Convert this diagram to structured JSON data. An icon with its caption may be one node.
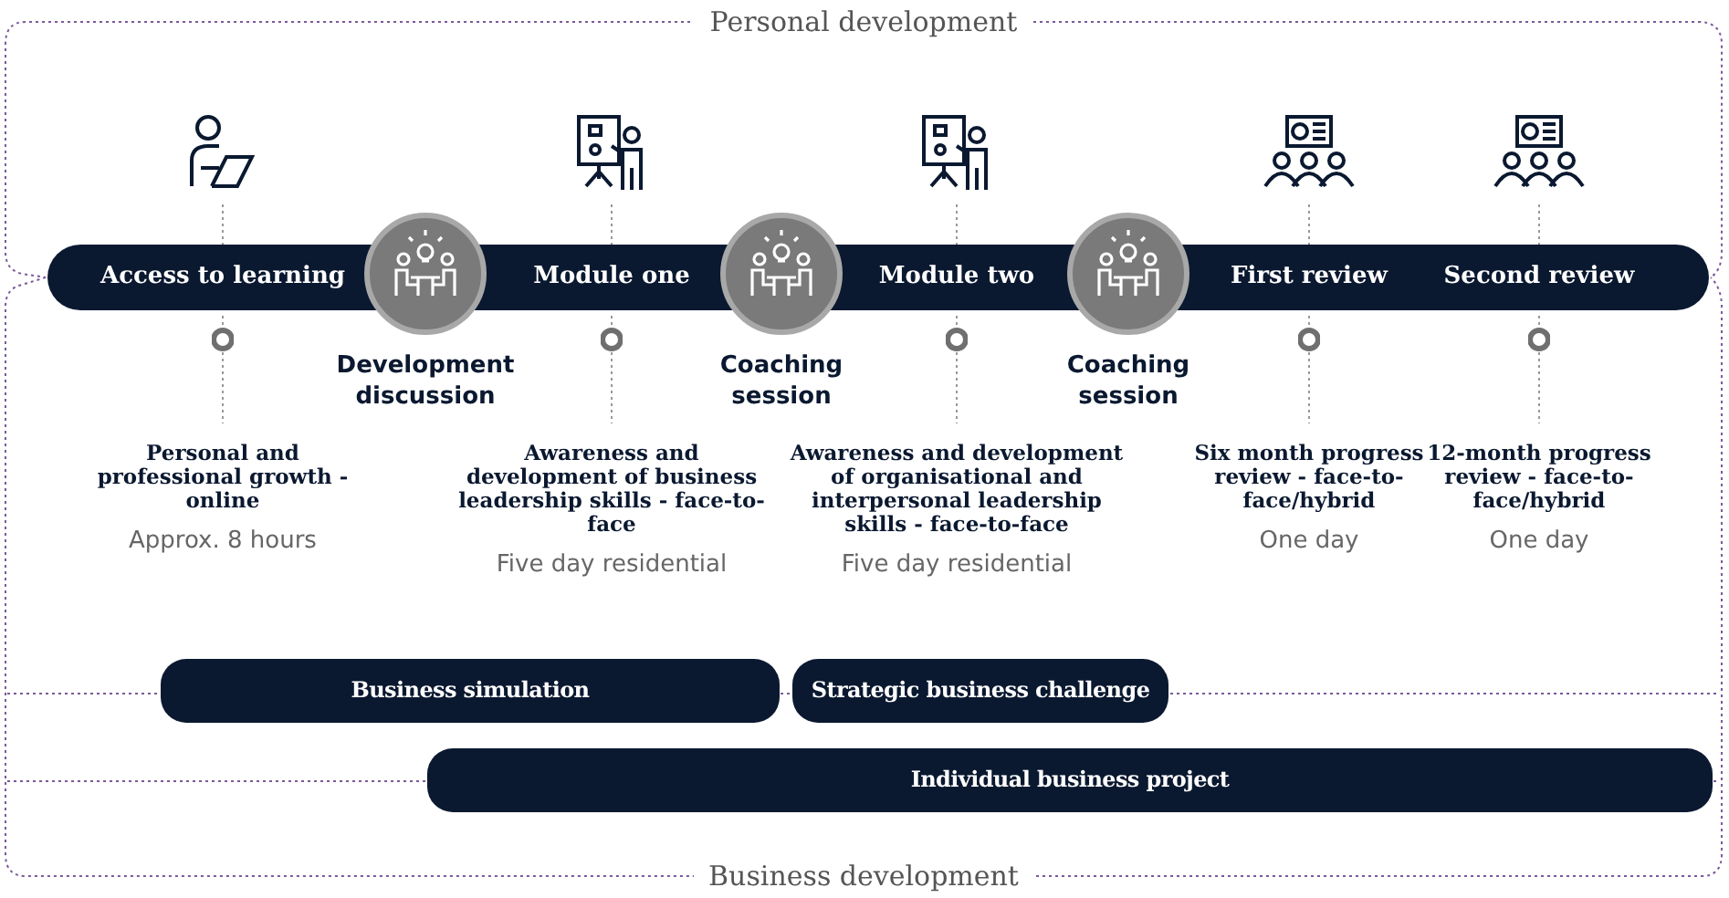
{
  "diagram": {
    "nodes": [
      {
        "text": [],
        "shape": "bar"
      },
      {
        "text": [
          "Access to learning"
        ],
        "in": 0,
        "beside": [
          "Personal and professional growth - online",
          "Approx. 8 hours"
        ]
      },
      {
        "text": [
          "Development discussion"
        ]
      },
      {
        "text": [
          "Module one"
        ],
        "in": 0,
        "beside": [
          "Awareness and development of business leadership skills - face-to-face",
          "Five day residential"
        ]
      },
      {
        "text": [
          "Coaching session"
        ]
      },
      {
        "text": [
          "Module two"
        ],
        "in": 0,
        "beside": [
          "Awareness and development of organisational and interpersonal leadership skills - face-to-face",
          "Five day residential"
        ]
      },
      {
        "text": [
          "Coaching session"
        ]
      },
      {
        "text": [
          "First review"
        ],
        "in": 0,
        "beside": [
          "Six month progress review - face-to-face/hybrid",
          "One day"
        ]
      },
      {
        "text": [
          "Second review"
        ],
        "in": 0,
        "beside": [
          "12-month progress review - face-to-face/hybrid",
          "One day"
        ]
      },
      {
        "text": [
          "Business simulation"
        ]
      },
      {
        "text": [
          "Strategic business challenge"
        ]
      },
      {
        "text": [
          "Individual business project"
        ]
      }
    ],
    "labels": [
      "Personal development",
      "Business development"
    ]
  }
}
